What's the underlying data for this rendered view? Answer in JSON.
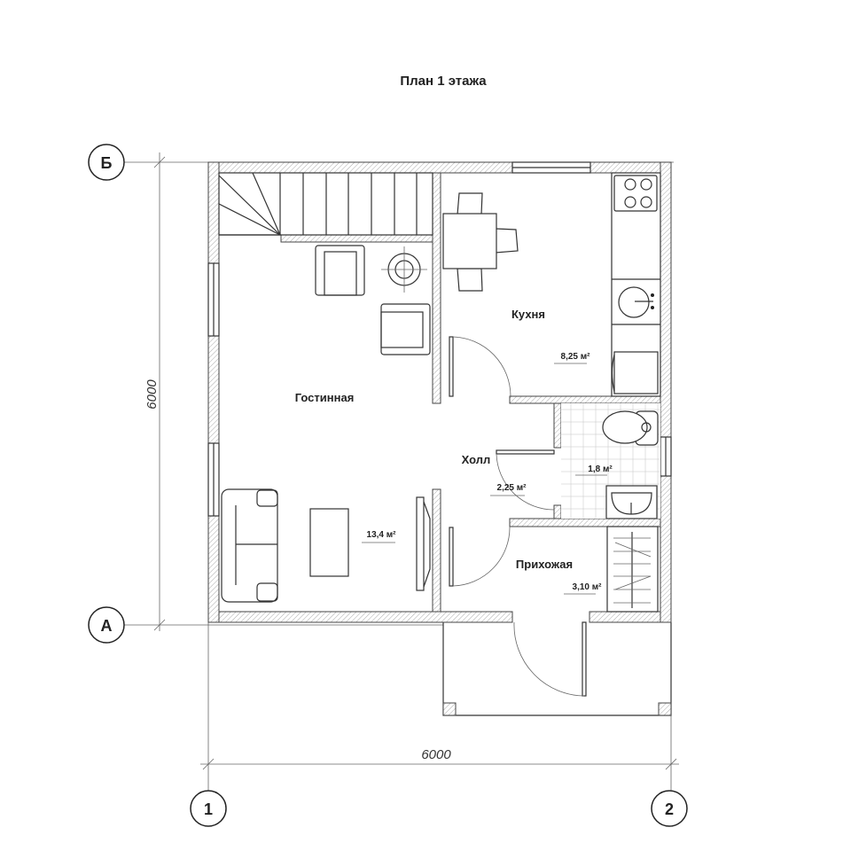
{
  "title": "План 1 этажа",
  "axes": {
    "row_top": "Б",
    "row_bottom": "А",
    "col_left": "1",
    "col_right": "2"
  },
  "dimensions": {
    "vertical": "6000",
    "horizontal": "6000"
  },
  "rooms": {
    "living": {
      "name": "Гостинная",
      "area": "13,4 м²"
    },
    "kitchen": {
      "name": "Кухня",
      "area": "8,25 м²"
    },
    "hall": {
      "name": "Холл",
      "area": "2,25 м²"
    },
    "bathroom": {
      "area": "1,8 м²"
    },
    "entry": {
      "name": "Прихожая",
      "area": "3,10 м²"
    }
  }
}
